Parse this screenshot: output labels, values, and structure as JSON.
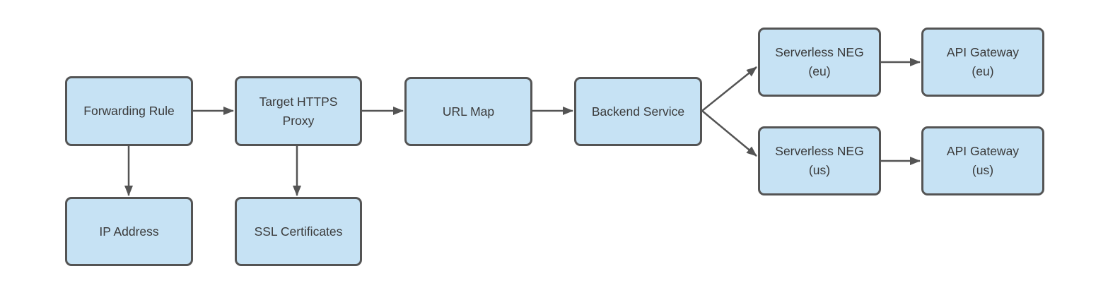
{
  "diagram": {
    "colors": {
      "node_fill": "#c6e2f4",
      "node_border": "#545454",
      "connector": "#545454",
      "text": "#3a3a3a",
      "background": "#ffffff"
    },
    "nodes": [
      {
        "id": "forwarding-rule",
        "label": "Forwarding Rule"
      },
      {
        "id": "target-https-proxy",
        "label": "Target HTTPS\nProxy"
      },
      {
        "id": "url-map",
        "label": "URL Map"
      },
      {
        "id": "backend-service",
        "label": "Backend Service"
      },
      {
        "id": "serverless-neg-eu",
        "label": "Serverless NEG\n(eu)"
      },
      {
        "id": "api-gateway-eu",
        "label": "API Gateway\n(eu)"
      },
      {
        "id": "serverless-neg-us",
        "label": "Serverless NEG\n(us)"
      },
      {
        "id": "api-gateway-us",
        "label": "API Gateway\n(us)"
      },
      {
        "id": "ip-address",
        "label": "IP Address"
      },
      {
        "id": "ssl-certificates",
        "label": "SSL Certificates"
      }
    ],
    "edges": [
      {
        "from": "forwarding-rule",
        "to": "target-https-proxy"
      },
      {
        "from": "target-https-proxy",
        "to": "url-map"
      },
      {
        "from": "url-map",
        "to": "backend-service"
      },
      {
        "from": "backend-service",
        "to": "serverless-neg-eu"
      },
      {
        "from": "backend-service",
        "to": "serverless-neg-us"
      },
      {
        "from": "serverless-neg-eu",
        "to": "api-gateway-eu"
      },
      {
        "from": "serverless-neg-us",
        "to": "api-gateway-us"
      },
      {
        "from": "forwarding-rule",
        "to": "ip-address"
      },
      {
        "from": "target-https-proxy",
        "to": "ssl-certificates"
      }
    ]
  }
}
